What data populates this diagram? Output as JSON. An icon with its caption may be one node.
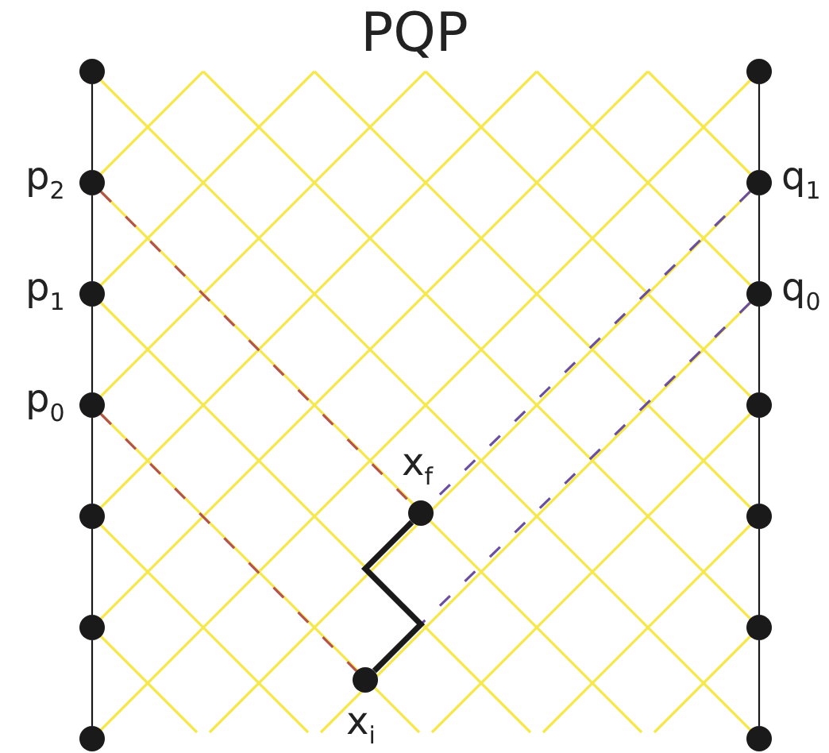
{
  "diagram": {
    "title": "PQP",
    "nodes": [
      {
        "text": [],
        "shape": "circle"
      },
      {
        "text": [],
        "shape": "circle",
        "beside": [
          "p$_{2}$"
        ]
      },
      {
        "text": [],
        "shape": "circle",
        "beside": [
          "p$_{1}$"
        ]
      },
      {
        "text": [],
        "shape": "circle",
        "beside": [
          "p$_{0}$"
        ]
      },
      {
        "text": [],
        "shape": "circle"
      },
      {
        "text": [],
        "shape": "circle"
      },
      {
        "text": [],
        "shape": "circle"
      },
      {
        "text": [],
        "shape": "circle"
      },
      {
        "text": [],
        "shape": "circle",
        "beside": [
          "q$_{1}$"
        ]
      },
      {
        "text": [],
        "shape": "circle",
        "beside": [
          "q$_{0}$"
        ]
      },
      {
        "text": [],
        "shape": "circle"
      },
      {
        "text": [],
        "shape": "circle"
      },
      {
        "text": [],
        "shape": "circle"
      },
      {
        "text": [],
        "shape": "circle"
      },
      {
        "text": [],
        "shape": "circle",
        "beside": [
          "x$_{f}$"
        ]
      },
      {
        "text": [],
        "shape": "circle",
        "beside": [
          "x$_{i}$"
        ]
      }
    ],
    "edges": [
      {
        "from": 0,
        "to": 1,
        "arrow": "none"
      },
      {
        "from": 1,
        "to": 2,
        "arrow": "none"
      },
      {
        "from": 2,
        "to": 3,
        "arrow": "none"
      },
      {
        "from": 3,
        "to": 4,
        "arrow": "none"
      },
      {
        "from": 4,
        "to": 5,
        "arrow": "none"
      },
      {
        "from": 5,
        "to": 6,
        "arrow": "none"
      },
      {
        "from": 7,
        "to": 8,
        "arrow": "none"
      },
      {
        "from": 8,
        "to": 9,
        "arrow": "none"
      },
      {
        "from": 9,
        "to": 10,
        "arrow": "none"
      },
      {
        "from": 10,
        "to": 11,
        "arrow": "none"
      },
      {
        "from": 11,
        "to": 12,
        "arrow": "none"
      },
      {
        "from": 12,
        "to": 13,
        "arrow": "none"
      },
      {
        "from": 1,
        "to": 14,
        "arrow": "none",
        "style": "dashed",
        "color": "#b5524e"
      },
      {
        "from": 3,
        "to": 15,
        "arrow": "none",
        "style": "dashed",
        "color": "#b5524e"
      },
      {
        "from": 8,
        "to": 14,
        "arrow": "none",
        "style": "dashed",
        "color": "#6a4fa0"
      },
      {
        "from": 9,
        "to": null,
        "arrow": "none",
        "style": "dashed",
        "color": "#6a4fa0"
      },
      {
        "from": 15,
        "to": 14,
        "arrow": "none",
        "style": "thick"
      }
    ]
  }
}
